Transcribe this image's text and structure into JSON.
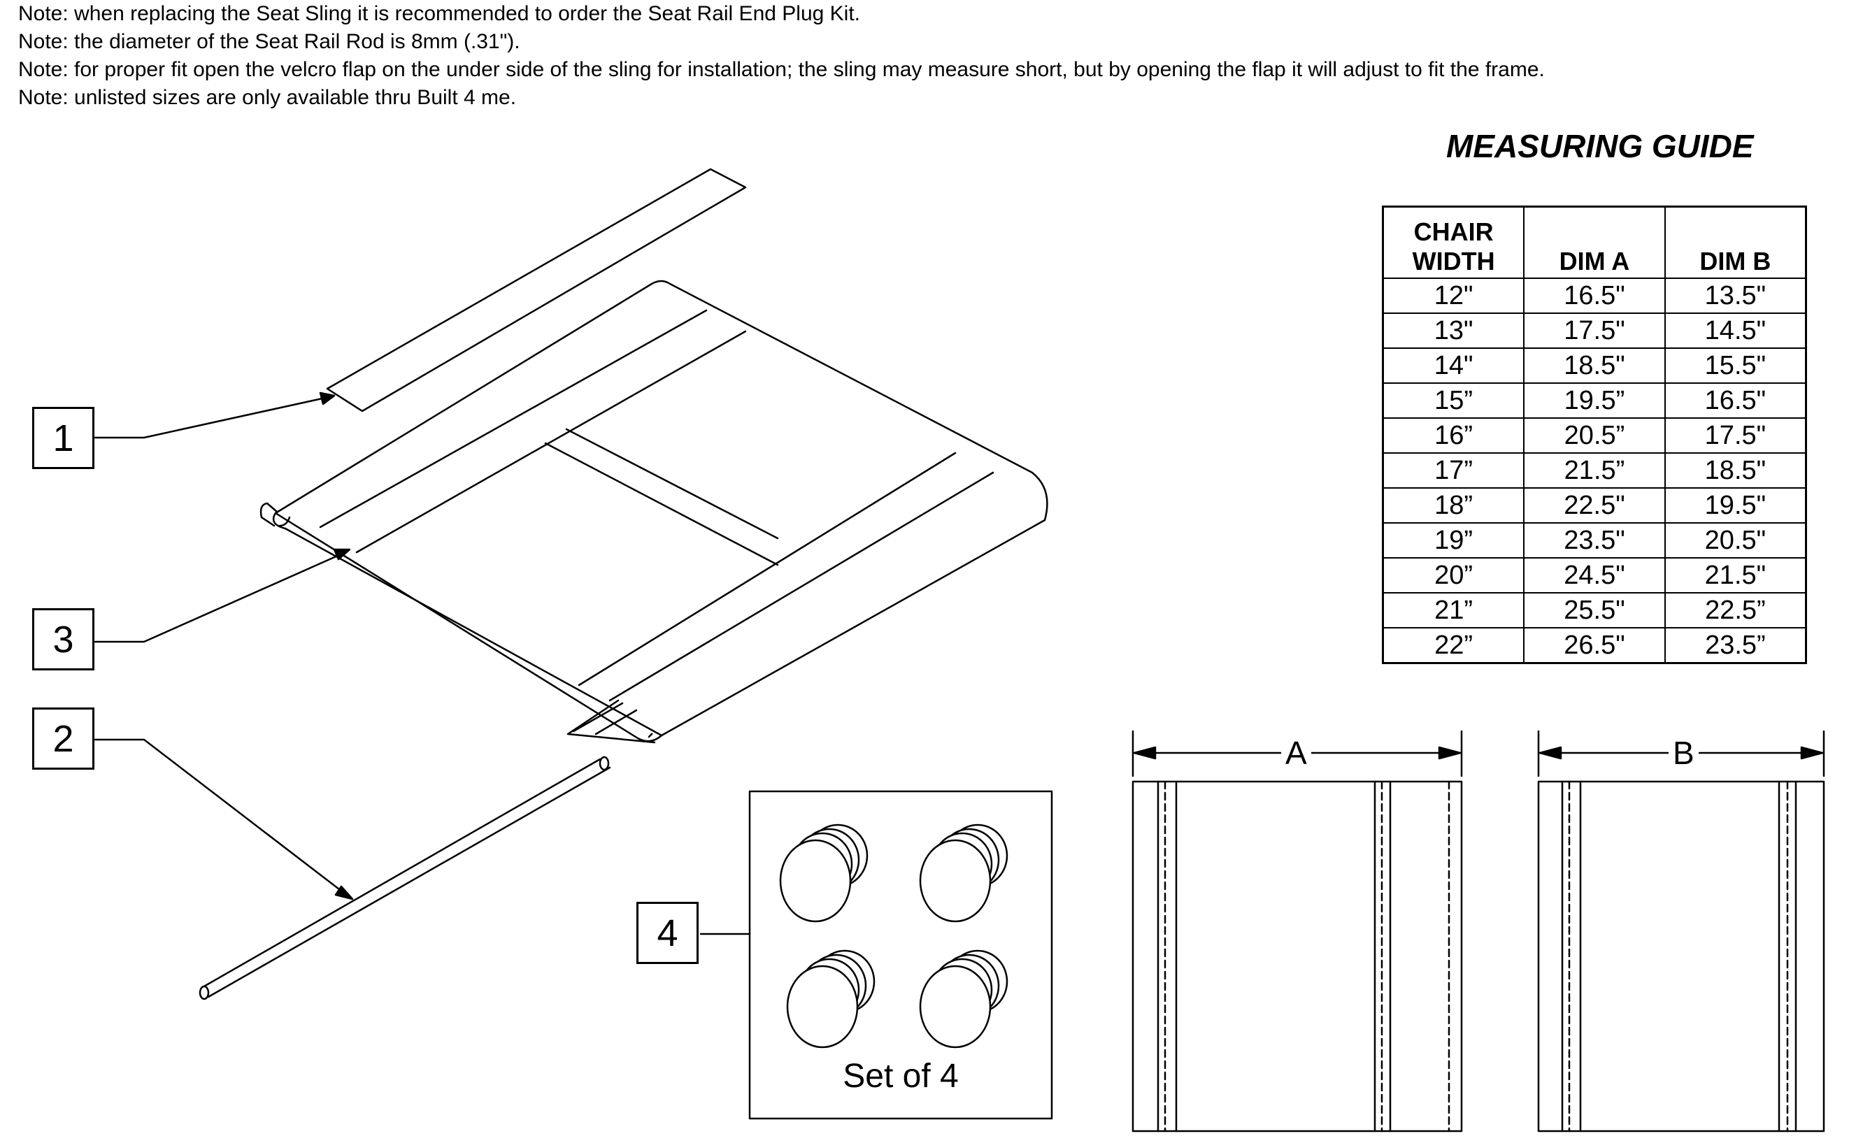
{
  "notes": [
    "Note: when replacing the Seat Sling it is recommended to order the Seat Rail End Plug Kit.",
    "Note: the diameter of the Seat Rail Rod is 8mm (.31\").",
    "Note: for proper fit open the velcro flap on the under side of the sling for installation; the sling may measure short, but by opening the flap it will adjust to fit the frame.",
    "Note: unlisted sizes are only available thru Built 4 me."
  ],
  "guide": {
    "title": "MEASURING GUIDE",
    "headers": [
      "CHAIR\nWIDTH",
      "DIM A",
      "DIM B"
    ],
    "rows": [
      [
        "12\"",
        "16.5\"",
        "13.5\""
      ],
      [
        "13\"",
        "17.5\"",
        "14.5\""
      ],
      [
        "14\"",
        "18.5\"",
        "15.5\""
      ],
      [
        "15”",
        "19.5”",
        "16.5\""
      ],
      [
        "16”",
        "20.5”",
        "17.5\""
      ],
      [
        "17”",
        "21.5”",
        "18.5\""
      ],
      [
        "18”",
        "22.5\"",
        "19.5\""
      ],
      [
        "19”",
        "23.5\"",
        "20.5\""
      ],
      [
        "20”",
        "24.5\"",
        "21.5\""
      ],
      [
        "21”",
        "25.5\"",
        "22.5”"
      ],
      [
        "22”",
        "26.5\"",
        "23.5”"
      ]
    ]
  },
  "callouts": {
    "c1": "1",
    "c2": "2",
    "c3": "3",
    "c4": "4"
  },
  "plug_kit": {
    "caption": "Set of 4"
  },
  "dimensions": {
    "a": "A",
    "b": "B"
  }
}
